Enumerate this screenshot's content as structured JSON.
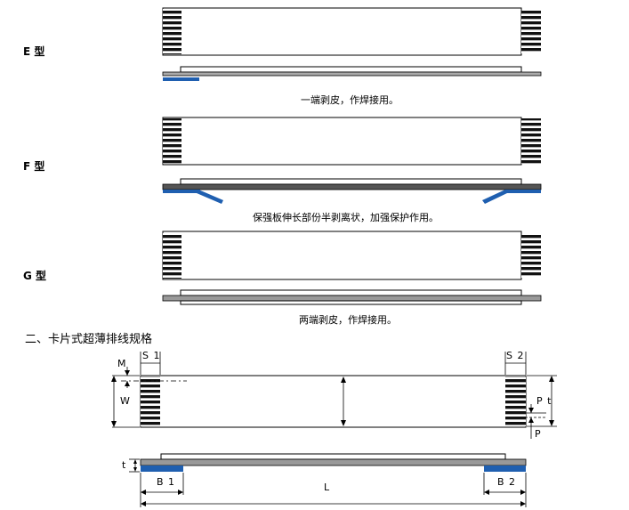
{
  "types": [
    {
      "label": "E 型",
      "caption": "一端剥皮，作焊接用。"
    },
    {
      "label": "F 型",
      "caption": "保强板伸长部份半剥离状，加强保护作用。"
    },
    {
      "label": "G 型",
      "caption": "两端剥皮，作焊接用。"
    }
  ],
  "section_title": "二、卡片式超薄排线规格",
  "dims": {
    "m": "M",
    "s1": "S 1",
    "s2": "S 2",
    "w": "W",
    "pt": "P t",
    "p": "P",
    "t": "t",
    "b1": "B 1",
    "b2": "B 2",
    "l": "L"
  },
  "colors": {
    "blue": "#1f5fb0",
    "gray": "#999999",
    "dark": "#555555",
    "line": "#000000"
  }
}
